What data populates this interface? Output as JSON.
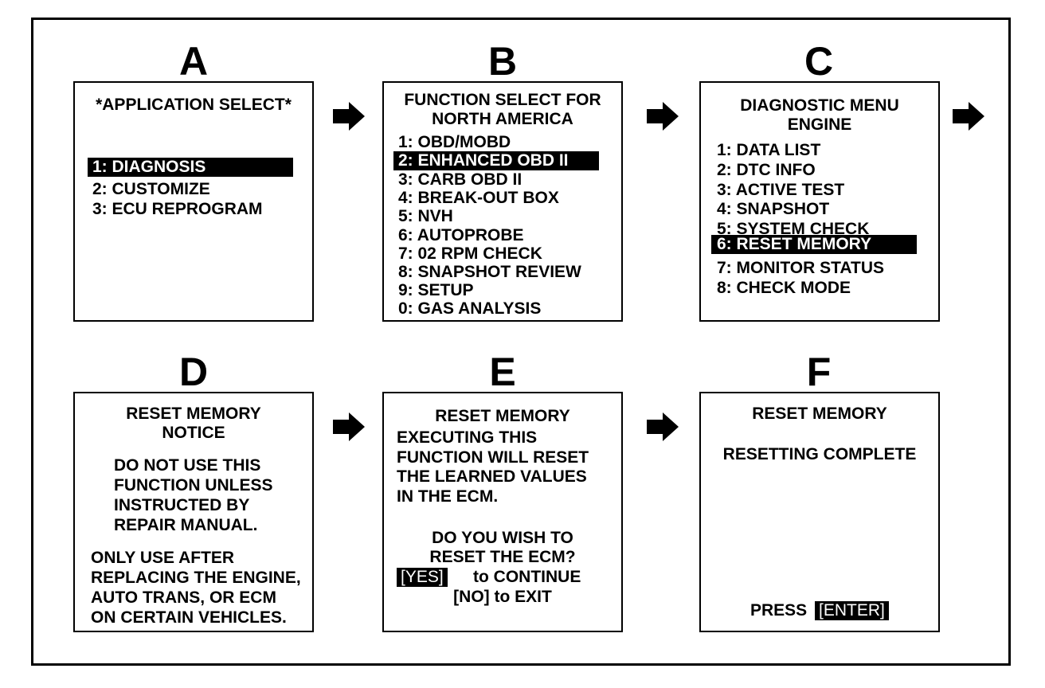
{
  "letters": {
    "a": "A",
    "b": "B",
    "c": "C",
    "d": "D",
    "e": "E",
    "f": "F"
  },
  "panel_a": {
    "title": "*APPLICATION SELECT*",
    "items": [
      "1: DIAGNOSIS",
      "2:  CUSTOMIZE",
      "3:  ECU REPROGRAM"
    ]
  },
  "panel_b": {
    "title_line1": "FUNCTION SELECT FOR",
    "title_line2": "NORTH AMERICA",
    "items": [
      "1:  OBD/MOBD",
      "2:  ENHANCED OBD II",
      "3:  CARB OBD II",
      "4:  BREAK-OUT BOX",
      "5:  NVH",
      "6:  AUTOPROBE",
      "7:  02 RPM CHECK",
      "8:  SNAPSHOT REVIEW",
      "9:  SETUP",
      "0:  GAS ANALYSIS"
    ]
  },
  "panel_c": {
    "title_line1": "DIAGNOSTIC MENU",
    "title_line2": "ENGINE",
    "items": [
      "1:  DATA LIST",
      "2:  DTC INFO",
      "3:  ACTIVE TEST",
      "4:  SNAPSHOT",
      "5:  SYSTEM CHECK",
      "6:  RESET MEMORY",
      "7:  MONITOR STATUS",
      "8:  CHECK MODE"
    ]
  },
  "panel_d": {
    "title_line1": "RESET MEMORY",
    "title_line2": "NOTICE",
    "notice_lines": [
      "DO NOT USE THIS",
      "FUNCTION UNLESS",
      "INSTRUCTED BY",
      "REPAIR MANUAL."
    ],
    "usage_lines": [
      "ONLY USE AFTER",
      "REPLACING THE ENGINE,",
      "AUTO TRANS, OR ECM",
      "ON CERTAIN VEHICLES."
    ]
  },
  "panel_e": {
    "title": "RESET MEMORY",
    "body_lines": [
      "EXECUTING THIS",
      "FUNCTION WILL RESET",
      "THE LEARNED VALUES",
      "IN THE ECM."
    ],
    "question_line1": "DO YOU WISH TO",
    "question_line2": "RESET THE ECM?",
    "yes_key": "[YES]",
    "yes_text": "to CONTINUE",
    "no_text": "[NO] to EXIT"
  },
  "panel_f": {
    "title": "RESET MEMORY",
    "status": "RESETTING COMPLETE",
    "press_text": "PRESS",
    "enter_key": "[ENTER]"
  }
}
